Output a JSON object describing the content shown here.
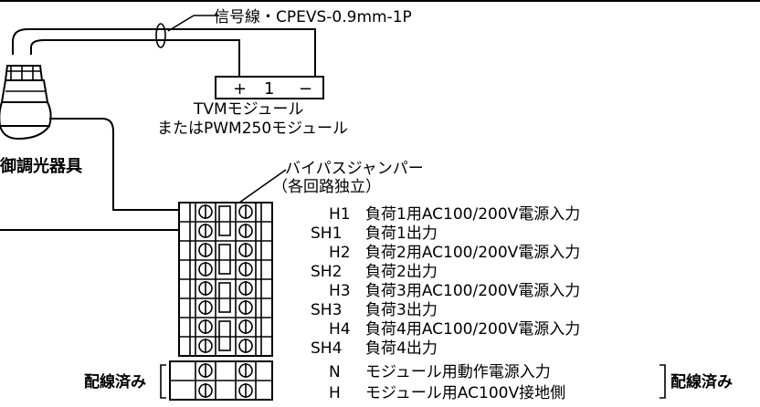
{
  "cable_label": "信号線・CPEVS-0.9mm-1P",
  "module": {
    "plus": "+",
    "number": "1",
    "minus": "−",
    "name_line1": "TVMモジュール",
    "name_line2": "またはPWM250モジュール"
  },
  "fixture_label": "御調光器具",
  "jumper_label_line1": "バイパスジャンパー",
  "jumper_label_line2": "（各回路独立）",
  "terminals": [
    {
      "code": "H1",
      "desc": "負荷1用AC100/200V電源入力"
    },
    {
      "code": "SH1",
      "desc": "負荷1出力"
    },
    {
      "code": "H2",
      "desc": "負荷2用AC100/200V電源入力"
    },
    {
      "code": "SH2",
      "desc": "負荷2出力"
    },
    {
      "code": "H3",
      "desc": "負荷3用AC100/200V電源入力"
    },
    {
      "code": "SH3",
      "desc": "負荷3出力"
    },
    {
      "code": "H4",
      "desc": "負荷4用AC100/200V電源入力"
    },
    {
      "code": "SH4",
      "desc": "負荷4出力"
    }
  ],
  "bottom_terminals": [
    {
      "code": "N",
      "desc": "モジュール用動作電源入力"
    },
    {
      "code": "H",
      "desc": "モジュール用AC100V接地側"
    }
  ],
  "wired_left": "配線済み",
  "wired_right": "配線済み"
}
